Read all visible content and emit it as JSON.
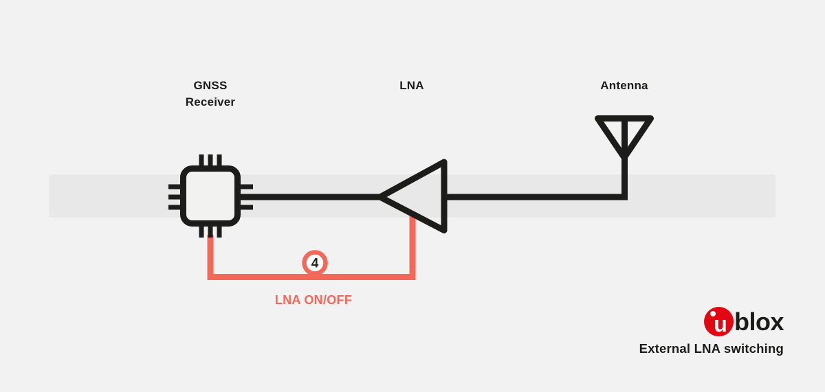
{
  "diagram": {
    "labels": {
      "receiver_line1": "GNSS",
      "receiver_line2": "Receiver",
      "lna": "LNA",
      "antenna": "Antenna",
      "control_signal": "LNA ON/OFF"
    },
    "callout": {
      "number": "4"
    },
    "colors": {
      "background": "#F2F2F3",
      "signal_band": "#E8E8E8",
      "chip_fill": "#F2F2F1",
      "ink": "#1C1C1B",
      "accent": "#F2695A",
      "callout_fill": "#FFFFFF",
      "callout_digit": "#262626"
    }
  },
  "branding": {
    "logo_mark_letter": "u",
    "logo_word": "blox",
    "logo_red": "#E30613",
    "caption": "External LNA switching"
  }
}
